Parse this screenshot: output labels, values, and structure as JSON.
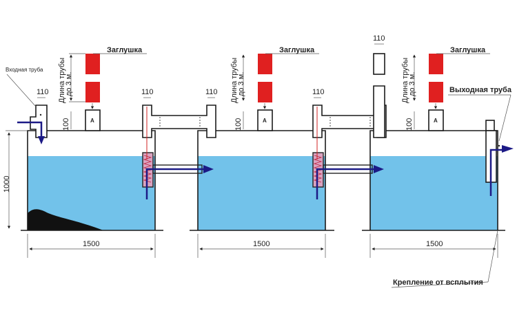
{
  "labels": {
    "inlet_pipe": "Входная труба",
    "plug": "Заглушка",
    "pipe_length_line1": "Длина трубы",
    "pipe_length_line2": "до 3 м.",
    "outlet_pipe": "Выходная труба",
    "anchoring": "Крепление от всплытия",
    "riser_mark": "А"
  },
  "dimensions": {
    "pipe_diameter": "110",
    "riser_height": "100",
    "tank_height": "1000",
    "tank_width": "1500"
  },
  "colors": {
    "water": "#72c2ea",
    "plug": "#e02020",
    "flow": "#1c1a86",
    "sludge": "#111111"
  }
}
